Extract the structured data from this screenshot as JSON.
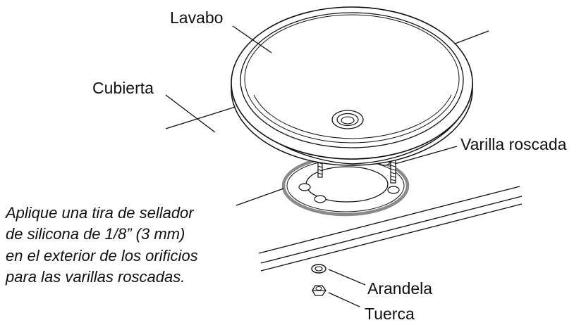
{
  "labels": {
    "lavabo": "Lavabo",
    "cubierta": "Cubierta",
    "varilla": "Varilla roscada",
    "arandela": "Arandela",
    "tuerca": "Tuerca"
  },
  "note": [
    "Aplique una tira de sellador",
    "de silicona de 1/8” (3 mm)",
    "en el exterior de los orificios",
    "para las varillas roscadas."
  ],
  "colors": {
    "line": "#111111",
    "sealant_ring": "#8a8a8a",
    "background": "#ffffff"
  }
}
